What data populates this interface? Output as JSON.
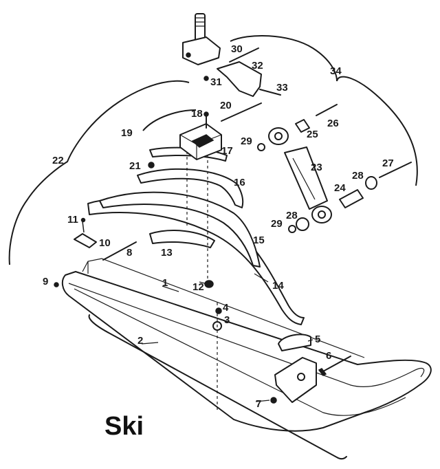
{
  "title": "Ski",
  "callouts": {
    "c1": "1",
    "c2": "2",
    "c3": "3",
    "c4": "4",
    "c5": "5",
    "c6": "6",
    "c7": "7",
    "c8": "8",
    "c9": "9",
    "c10": "10",
    "c11": "11",
    "c12": "12",
    "c13": "13",
    "c14": "14",
    "c15": "15",
    "c16": "16",
    "c17": "17",
    "c18": "18",
    "c19": "19",
    "c20": "20",
    "c21": "21",
    "c22": "22",
    "c23": "23",
    "c24": "24",
    "c25": "25",
    "c26": "26",
    "c27": "27",
    "c28a": "28",
    "c28b": "28",
    "c29a": "29",
    "c29b": "29",
    "c30": "30",
    "c31": "31",
    "c32": "32",
    "c33": "33",
    "c34": "34"
  }
}
